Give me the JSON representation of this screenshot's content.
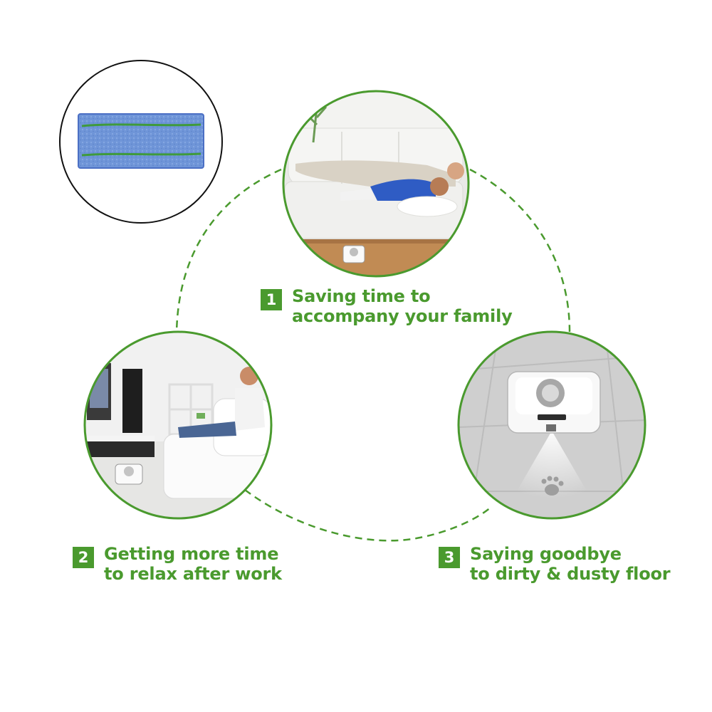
{
  "steps": [
    {
      "number": "1",
      "line1": "Saving time to",
      "line2": "accompany your family"
    },
    {
      "number": "2",
      "line1": "Getting more time",
      "line2": "to relax after work"
    },
    {
      "number": "3",
      "line1": "Saying goodbye",
      "line2": "to dirty & dusty floor"
    }
  ],
  "colors": {
    "accent": "#4a9a2e",
    "mop_pad": "#6f95d8",
    "mop_stripe": "#3f9a3c"
  }
}
